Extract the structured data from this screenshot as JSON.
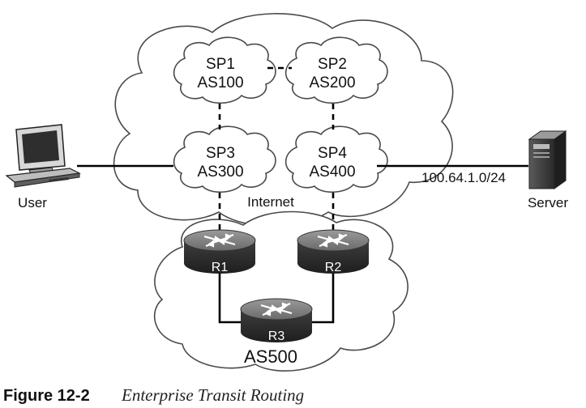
{
  "nodes": {
    "sp1": {
      "name": "SP1",
      "as": "AS100"
    },
    "sp2": {
      "name": "SP2",
      "as": "AS200"
    },
    "sp3": {
      "name": "SP3",
      "as": "AS300"
    },
    "sp4": {
      "name": "SP4",
      "as": "AS400"
    }
  },
  "internet_label": "Internet",
  "enterprise_label": "AS500",
  "routers": {
    "r1": "R1",
    "r2": "R2",
    "r3": "R3"
  },
  "user_label": "User",
  "server_label": "Server",
  "prefix_label": "100.64.1.0/24",
  "caption": {
    "label": "Figure 12-2",
    "title": "Enterprise Transit Routing"
  }
}
